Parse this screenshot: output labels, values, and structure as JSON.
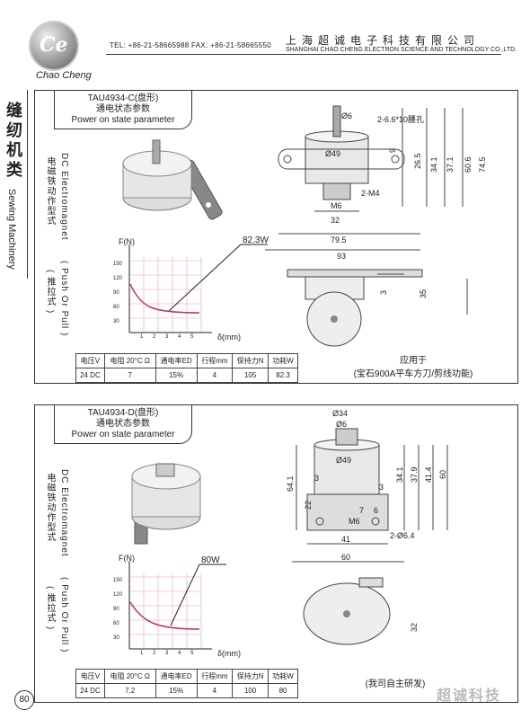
{
  "header": {
    "logo_letters": "Ce",
    "brand": "Chao Cheng",
    "contact": "TEL: +86-21-58665988  FAX: +86-21-58665550",
    "company_cn": "上海超诚电子科技有限公司",
    "company_en": "SHANGHAI CHAO CHENG ELECTRON SCIENCE AND TECHNOLOGY CO.,LTD."
  },
  "side": {
    "cn": "缝纫机类",
    "en": "Sewing Machinery"
  },
  "page_number": "80",
  "footer_brand": "超诚科技",
  "products": [
    {
      "model": "TAU4934-C(盘形)",
      "state_cn": "通电状态参数",
      "state_en": "Power on state parameter",
      "type_cn": "电磁铁动作型式",
      "type_en": "DC Electromagnet",
      "push_en": "( Push Or Pull )",
      "push_cn": "( 推拉式 )",
      "graph": {
        "y_label": "F(N)",
        "x_label": "δ(mm)",
        "power_label": "82.3W",
        "y_ticks": [
          "150",
          "120",
          "90",
          "60",
          "30"
        ],
        "x_ticks": [
          "1",
          "2",
          "3",
          "4",
          "5"
        ]
      },
      "table": {
        "headers": [
          "电压V",
          "电阻 20°C Ω",
          "通电率ED",
          "行程mm",
          "保持力N",
          "功耗W"
        ],
        "values": [
          "24 DC",
          "7",
          "15%",
          "4",
          "105",
          "82.3"
        ]
      },
      "application": [
        "应用于",
        "(宝石900A平车方刀/剪线功能)"
      ],
      "dims": {
        "d6": "Ø6",
        "holes": "2-6.6*10腰孔",
        "d49": "Ø49",
        "m4": "2-M4",
        "m6": "M6",
        "w32": "32",
        "w79": "79.5",
        "w93": "93",
        "h9": "9",
        "h26": "26.5",
        "h34": "34.1",
        "h37": "37.1",
        "h60": "60.6",
        "h74": "74.5",
        "h35": "35",
        "h3": "3"
      }
    },
    {
      "model": "TAU4934-D(盘形)",
      "state_cn": "通电状态参数",
      "state_en": "Power on state parameter",
      "type_cn": "电磁铁动作型式",
      "type_en": "DC Electromagnet",
      "push_en": "( Push Or Pull )",
      "push_cn": "( 推拉式 )",
      "graph": {
        "y_label": "F(N)",
        "x_label": "δ(mm)",
        "power_label": "80W",
        "y_ticks": [
          "150",
          "120",
          "90",
          "60",
          "30"
        ],
        "x_ticks": [
          "1",
          "2",
          "3",
          "4",
          "5"
        ]
      },
      "table": {
        "headers": [
          "电压V",
          "电阻 20°C Ω",
          "通电率ED",
          "行程mm",
          "保持力N",
          "功耗W"
        ],
        "values": [
          "24 DC",
          "7.2",
          "15%",
          "4",
          "100",
          "80"
        ]
      },
      "application": [
        "(我司自主研发)"
      ],
      "dims": {
        "d34": "Ø34",
        "d6": "Ø6",
        "d49": "Ø49",
        "h64": "64.1",
        "h22": "22",
        "w3a": "3",
        "w3b": "3",
        "h34": "34.1",
        "h37": "37.9",
        "h41": "41.4",
        "h60": "60",
        "w7": "7",
        "w6": "6",
        "m6": "M6",
        "w41": "41",
        "holes": "2-Ø6.4",
        "w60": "60",
        "h32": "32"
      }
    }
  ]
}
